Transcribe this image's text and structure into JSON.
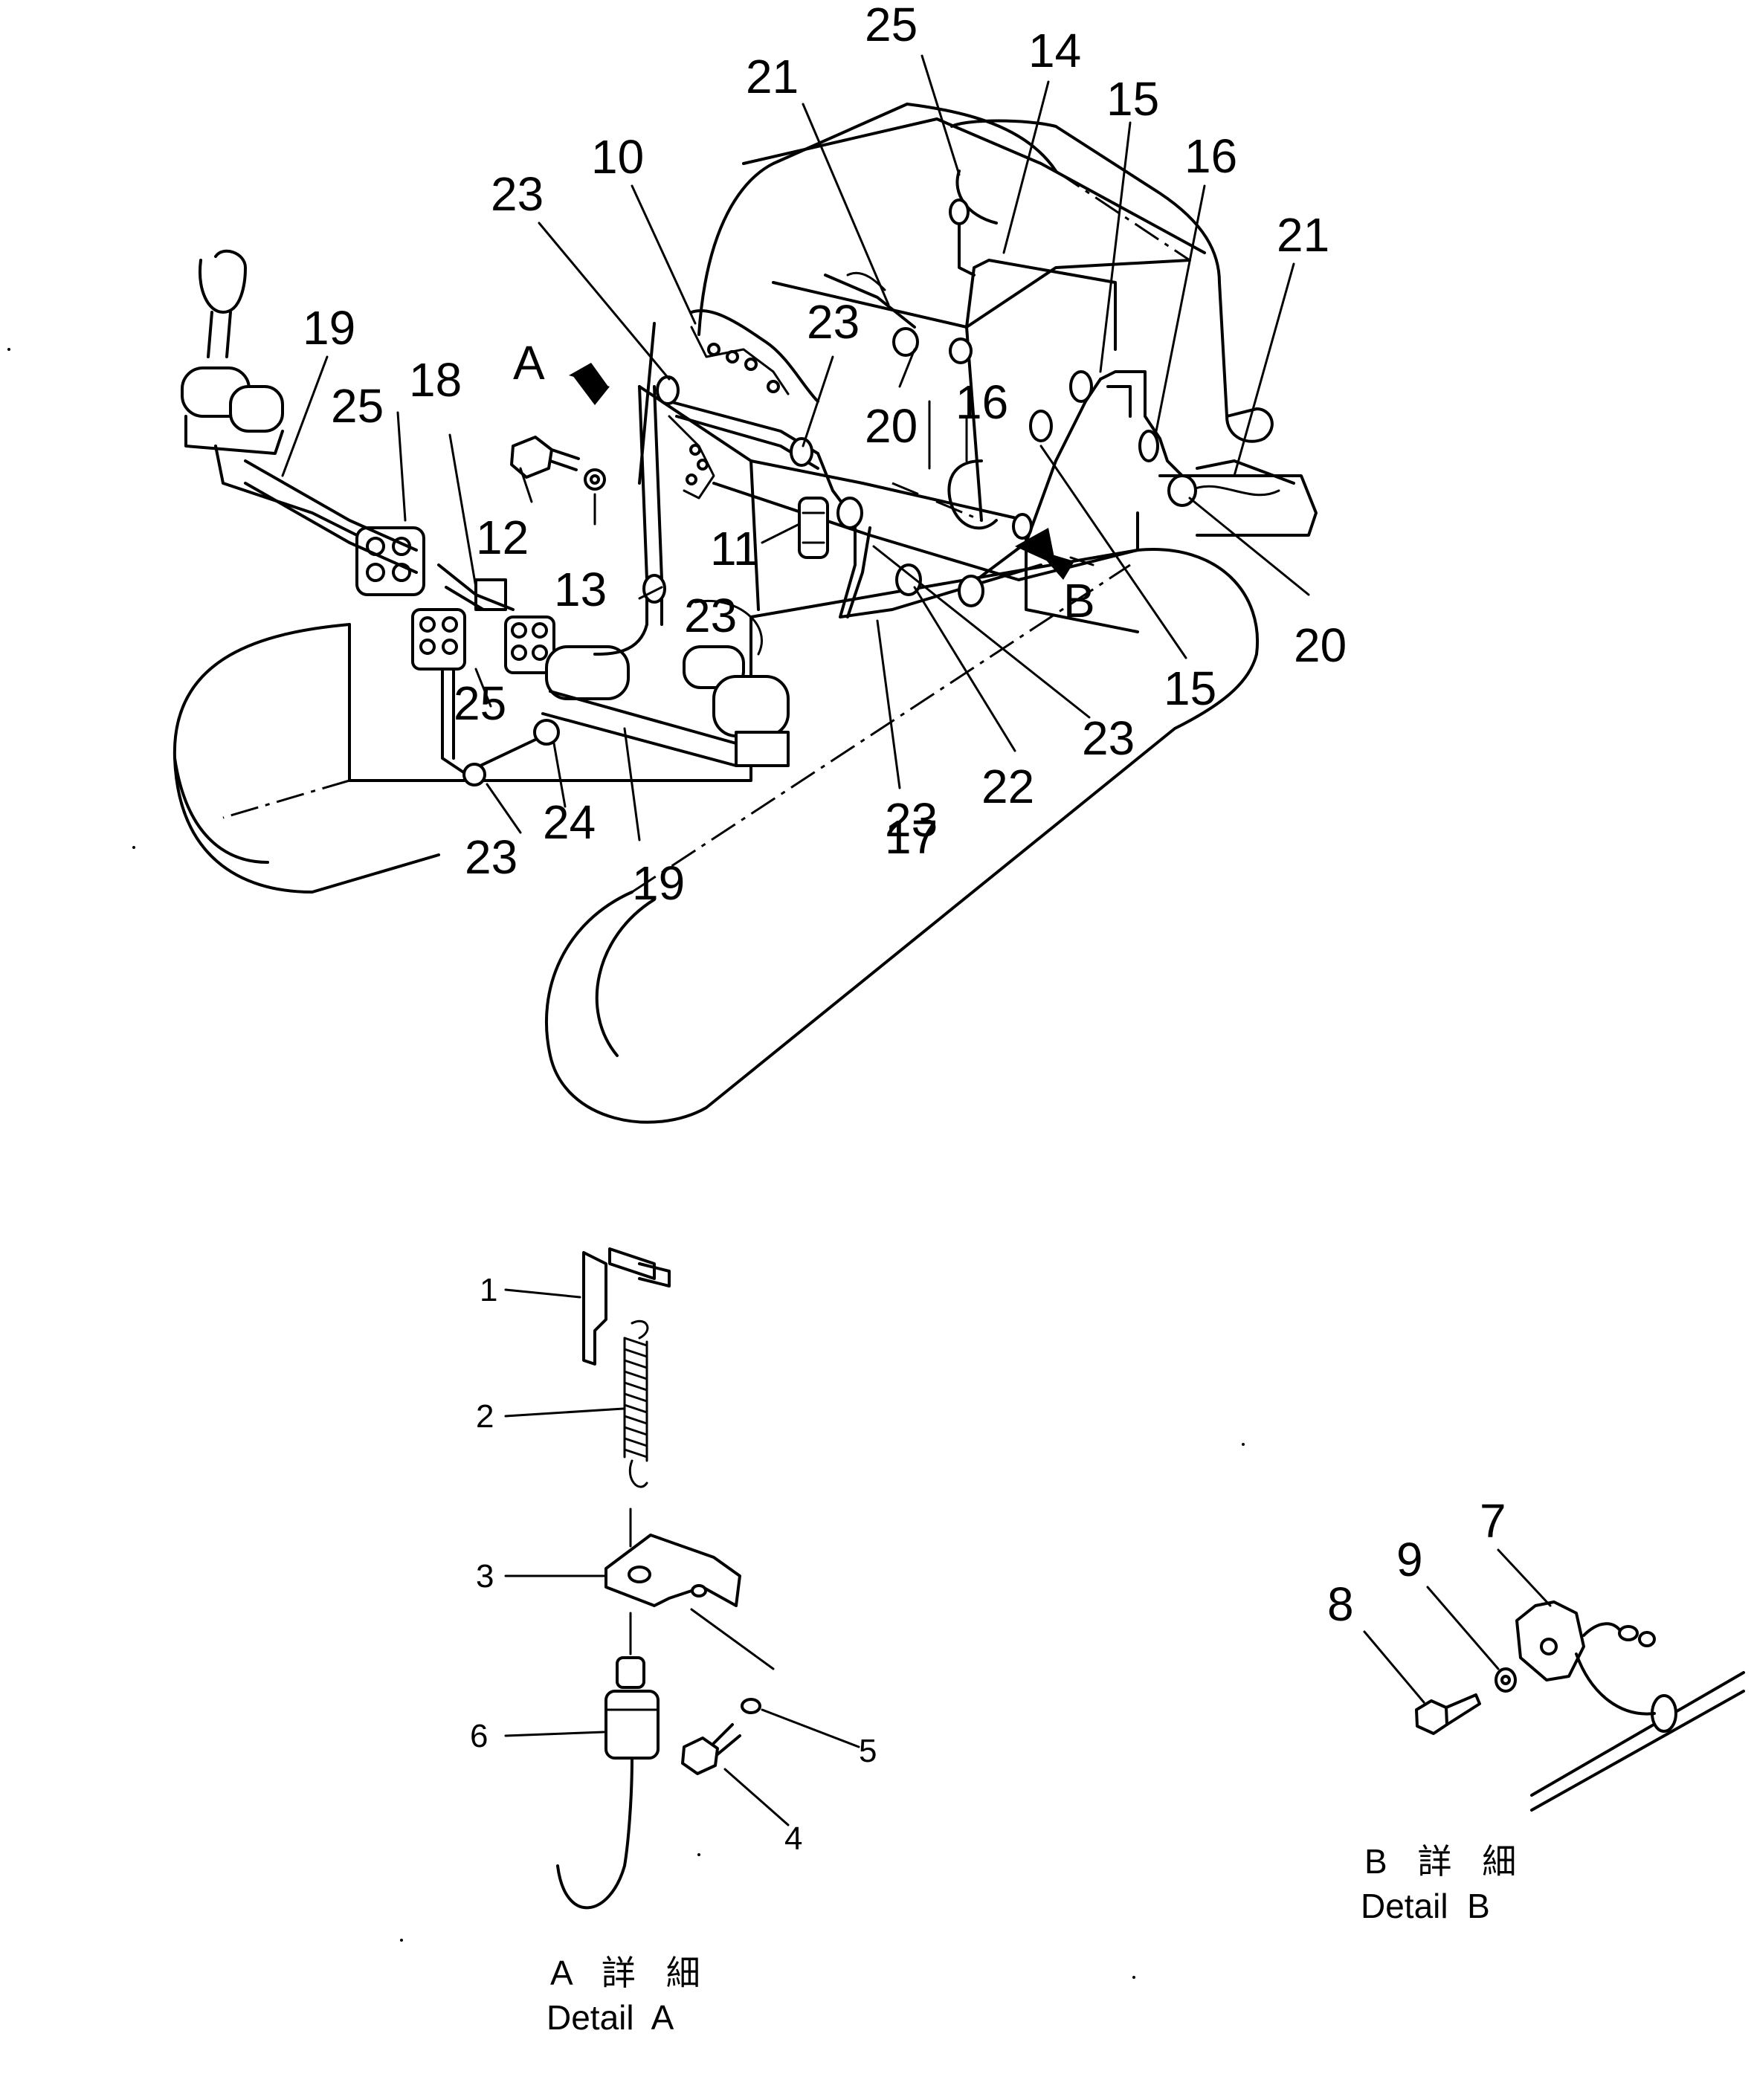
{
  "main_view": {
    "view_arrows": [
      "A",
      "B"
    ],
    "callouts": [
      "25",
      "21",
      "14",
      "15",
      "16",
      "21",
      "23",
      "10",
      "19",
      "18",
      "25",
      "A",
      "23",
      "20",
      "16",
      "12",
      "13",
      "11",
      "23",
      "B",
      "20",
      "15",
      "23",
      "25",
      "22",
      "23",
      "24",
      "23",
      "19",
      "17"
    ]
  },
  "detail_a": {
    "callouts": [
      "1",
      "2",
      "3",
      "6",
      "5",
      "4"
    ],
    "caption_jp": "A 詳 細",
    "caption_en": "Detail  A"
  },
  "detail_b": {
    "callouts": [
      "7",
      "9",
      "8"
    ],
    "caption_jp": "B 詳 細",
    "caption_en": "Detail  B"
  }
}
